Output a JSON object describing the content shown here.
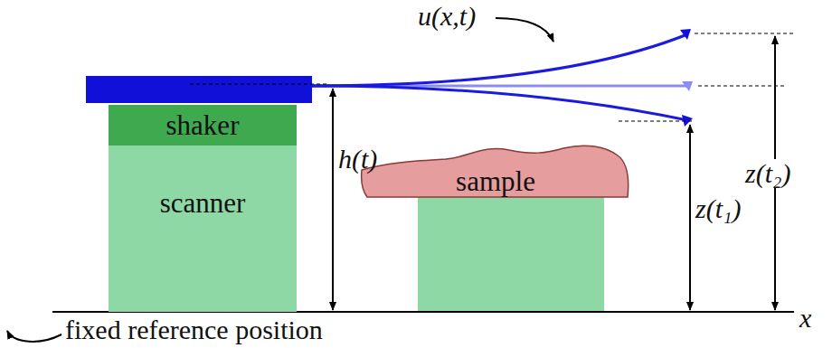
{
  "diagram": {
    "nodes": [
      {
        "text": [
          "shaker"
        ]
      },
      {
        "text": [
          "scanner"
        ]
      },
      {
        "text": [
          "sample"
        ]
      }
    ],
    "labels": [
      "u(x,t)",
      "h(t)",
      "z(t₁)",
      "z(t₂)",
      "fixed reference position",
      "x"
    ]
  }
}
